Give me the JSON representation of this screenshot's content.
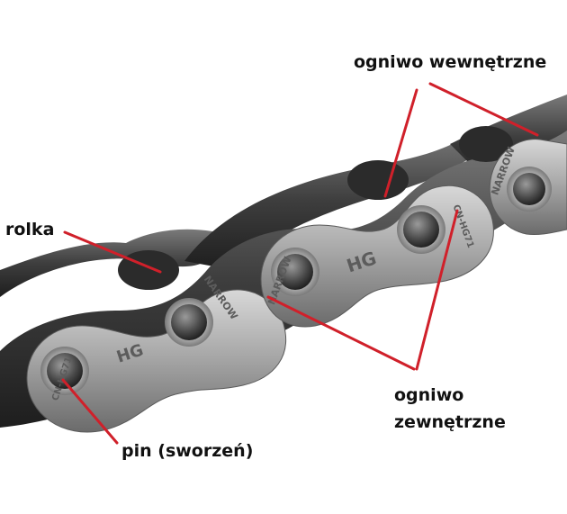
{
  "labels": {
    "inner_link": "ogniwo wewnętrzne",
    "roller": "rolka",
    "outer_link_line1": "ogniwo",
    "outer_link_line2": "zewnętrzne",
    "pin": "pin (sworzeń)"
  },
  "plate_text": {
    "narrow": "NARROW",
    "hg": "HG",
    "model": "CN-HG71"
  },
  "colors": {
    "leader_line": "#d0202a",
    "label_text": "#111111",
    "background": "#ffffff"
  }
}
